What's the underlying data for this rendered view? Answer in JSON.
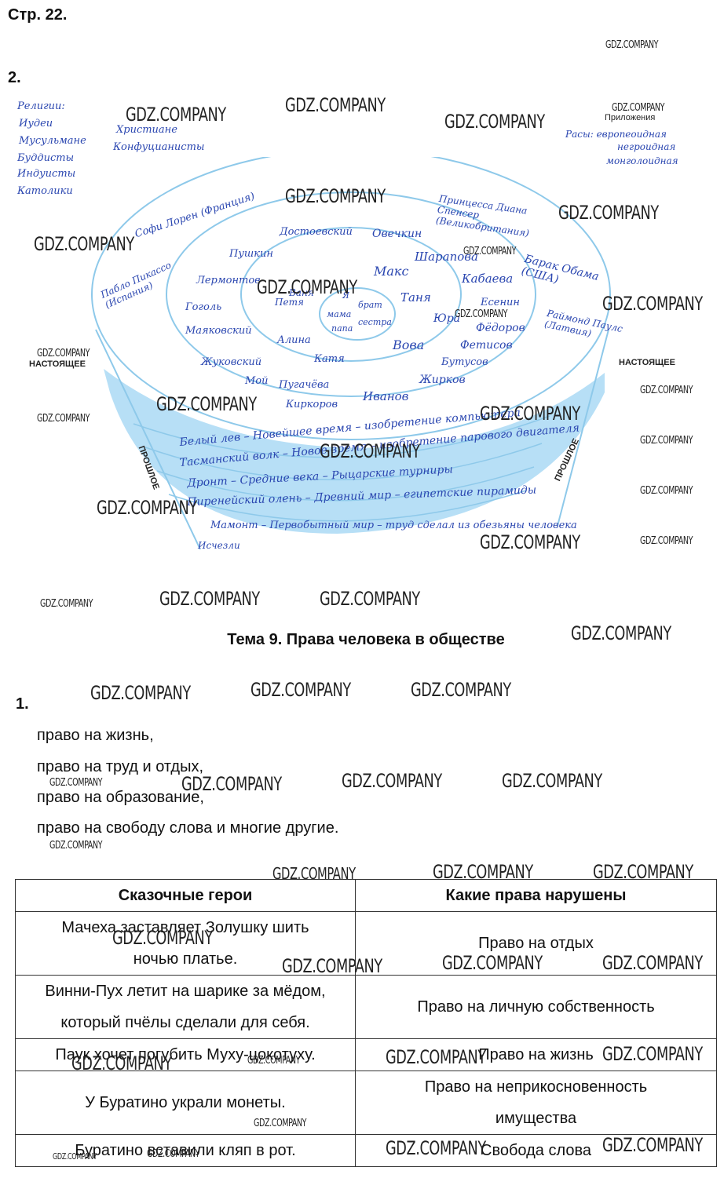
{
  "page": {
    "page_label": "Стр. 22.",
    "task2_number": "2.",
    "topic_title": "Тема 9. Права человека в обществе",
    "task1_number": "1."
  },
  "diagram": {
    "label_present": "НАСТОЯЩЕЕ",
    "label_past": "ПРОШЛОЕ",
    "label_appendix": "Приложения",
    "religions": [
      "Религии:",
      "Иудеи",
      "Мусульмане",
      "Буддисты",
      "Индуисты",
      "Католики"
    ],
    "religions_extra": [
      "Христиане",
      "Конфуцианисты"
    ],
    "races": [
      "Расы: европеоидная",
      "негроидная",
      "монголоидная"
    ],
    "center": [
      "Я",
      "мама",
      "папа",
      "брат",
      "сестра"
    ],
    "ring2": [
      "Ваня",
      "Петя",
      "Макс",
      "Таня",
      "Юра",
      "Алина",
      "Катя",
      "Вова"
    ],
    "ring3": [
      "Пушкин",
      "Лермонтов",
      "Гоголь",
      "Маяковский",
      "Жуковский",
      "Есенин",
      "Фёдоров",
      "Фетисов",
      "Бутусов",
      "Мой",
      "Пугачёва",
      "Киркоров",
      "Иванов",
      "Жирков",
      "Шарапова",
      "Кабаева",
      "Достоевский",
      "Овечкин"
    ],
    "ring4": [
      "Софи Лорен (Франция)",
      "Принцесса Диана Спенсер (Великобритания)",
      "Барак Обама (США)",
      "Раймонд Паулс (Латвия)",
      "Пабло Пикассо (Испания)"
    ],
    "past_rows": [
      "Белый лев – Новейшее время – изобретение компьютера",
      "Тасманский волк – Новое время – изобретение парового двигателя",
      "Дронт – Средние века – Рыцарские турниры",
      "Пиренейский олень – Древний мир – египетские пирамиды",
      "Мамонт – Первобытный мир – труд сделал из обезьяны человека"
    ],
    "past_bottom": "Исчезли"
  },
  "rights": [
    "право на жизнь,",
    "право на труд и отдых,",
    "право на образование,",
    "право на свободу слова и многие другие."
  ],
  "table": {
    "headers": [
      "Сказочные герои",
      "Какие права нарушены"
    ],
    "rows": [
      {
        "hero": [
          "Мачеха заставляет Золушку шить",
          "ночью платье."
        ],
        "right": [
          "Право на отдых"
        ]
      },
      {
        "hero": [
          "Винни-Пух летит на шарике за мёдом,",
          "который пчёлы сделали для себя."
        ],
        "right": [
          "Право на личную собственность"
        ]
      },
      {
        "hero": [
          "Паук хочет погубить Муху-цокотуху."
        ],
        "right": [
          "Право на жизнь"
        ]
      },
      {
        "hero": [
          "У Буратино украли монеты."
        ],
        "right": [
          "Право на неприкосновенность",
          "имущества"
        ]
      },
      {
        "hero": [
          "Буратино вставили кляп в рот."
        ],
        "right": [
          "Свобода слова"
        ]
      }
    ]
  },
  "watermark": "GDZ.COMPANY",
  "colors": {
    "ink": "#2a46b0",
    "diagram_line": "#8ec9ea",
    "past_fill": "#7cc4ee"
  }
}
